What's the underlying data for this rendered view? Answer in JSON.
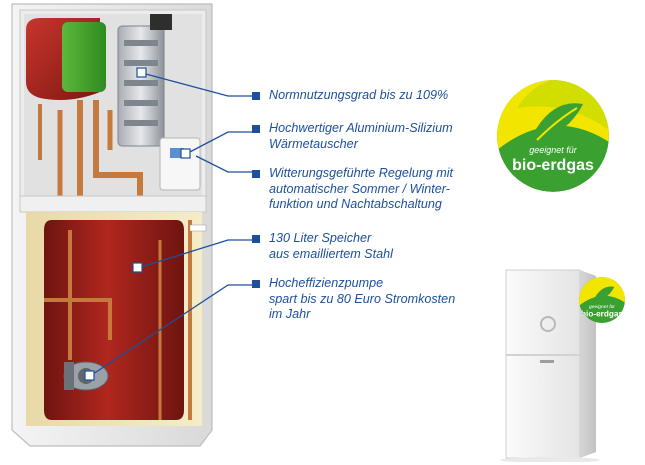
{
  "features": [
    {
      "lines": [
        "Normnutzungsgrad bis zu 109%"
      ]
    },
    {
      "lines": [
        "Hochwertiger Aluminium-Silizium",
        "Wärmetauscher"
      ]
    },
    {
      "lines": [
        "Witterungsgeführte Regelung mit",
        "automatischer Sommer / Winter-",
        "funktion und Nachtabschaltung"
      ]
    },
    {
      "lines": [
        "130 Liter Speicher",
        "aus emailliertem Stahl"
      ]
    },
    {
      "lines": [
        "Hocheffizienzpumpe",
        "spart bis zu 80 Euro Stromkosten",
        "im Jahr"
      ]
    }
  ],
  "badge": {
    "top_text": "geeignet für",
    "main_text": "bio-erdgas"
  },
  "colors": {
    "feature_text": "#1d4f9c",
    "badge_green": "#3aa030",
    "badge_yellow": "#f2e600",
    "tank_red": "#9c1e1a"
  }
}
